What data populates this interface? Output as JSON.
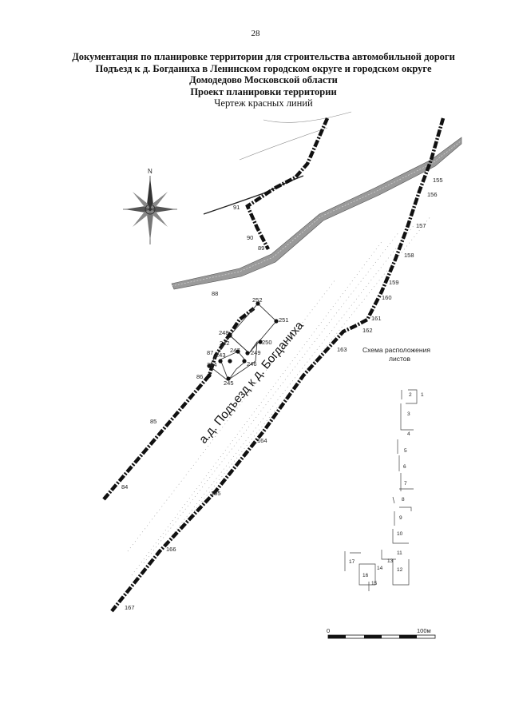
{
  "page_number": "28",
  "title": {
    "line1": "Документация по планировке территории для строительства автомобильной дороги",
    "line2": "Подъезд к д. Богданиха в Ленинском городском округе и городском округе",
    "line3": "Домодедово Московской области",
    "line4": "Проект планировки территории",
    "subtitle": "Чертеж красных линий"
  },
  "compass": {
    "north_label": "N"
  },
  "road_label": "а.д. Подъезд к д. Богданиха",
  "red_line_points": {
    "left_line": [
      "84",
      "85",
      "86",
      "87",
      "88"
    ],
    "upper_line": [
      "89",
      "90",
      "91"
    ],
    "right_line": [
      "155",
      "156",
      "157",
      "158",
      "159",
      "160",
      "161",
      "162",
      "163",
      "164",
      "165",
      "166",
      "167"
    ],
    "parcel": [
      "242",
      "243",
      "244",
      "245",
      "246",
      "247",
      "248",
      "249",
      "250",
      "251",
      "252"
    ]
  },
  "scheme": {
    "title_line1": "Схема расположения",
    "title_line2": "листов",
    "sheets": [
      "1",
      "2",
      "3",
      "4",
      "5",
      "6",
      "7",
      "8",
      "9",
      "10",
      "11",
      "12",
      "13",
      "14",
      "15",
      "16",
      "17"
    ]
  },
  "scale_bar": {
    "start": "0",
    "end": "100м"
  }
}
